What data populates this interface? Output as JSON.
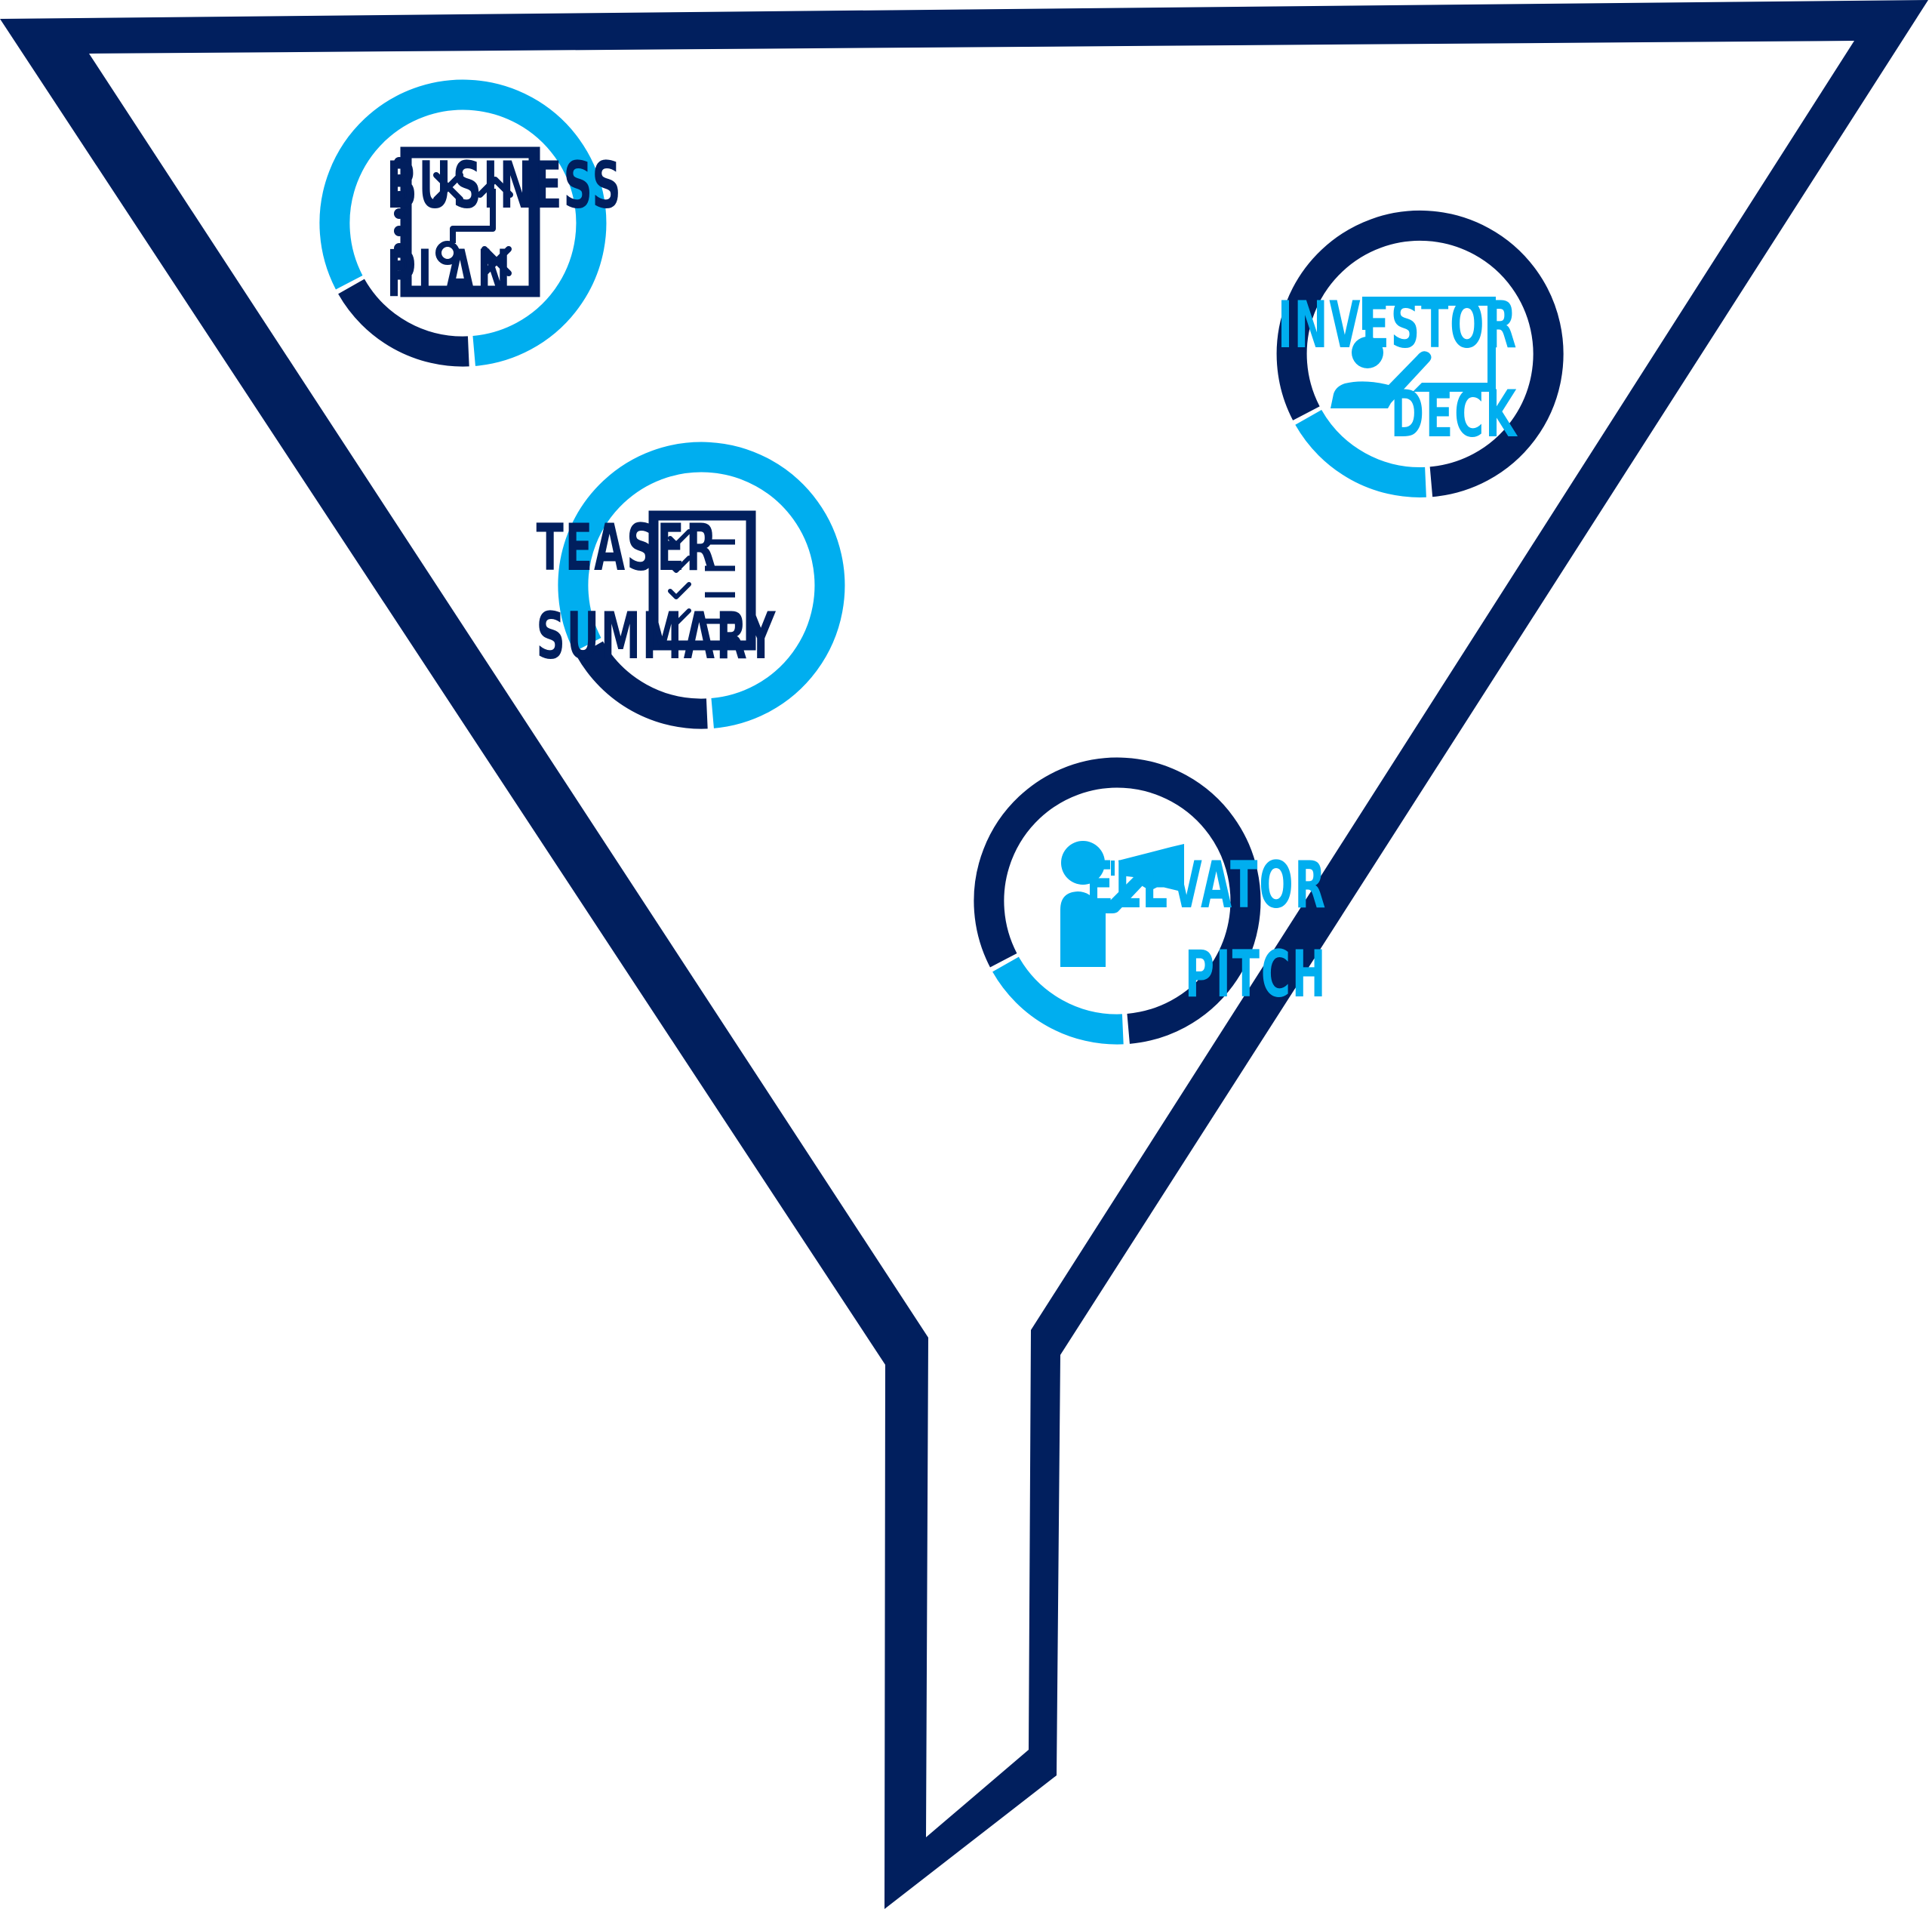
{
  "colors": {
    "navy": "#011f5e",
    "sky": "#00aeef",
    "background": "#ffffff"
  },
  "stages": [
    {
      "line1": "BUSINESS",
      "line2": "PLAN",
      "text_color": "navy",
      "ring_color": "sky",
      "accent_color": "navy",
      "icon": "strategy-plan-icon"
    },
    {
      "line1": "INVESTOR",
      "line2": "DECK",
      "text_color": "sky",
      "ring_color": "navy",
      "accent_color": "sky",
      "icon": "presentation-icon"
    },
    {
      "line1": "TEASER",
      "line2": "SUMMARY",
      "text_color": "navy",
      "ring_color": "sky",
      "accent_color": "navy",
      "icon": "checklist-icon"
    },
    {
      "line1": "ELEVATOR",
      "line2": "PITCH",
      "text_color": "sky",
      "ring_color": "navy",
      "accent_color": "sky",
      "icon": "megaphone-person-icon"
    }
  ]
}
